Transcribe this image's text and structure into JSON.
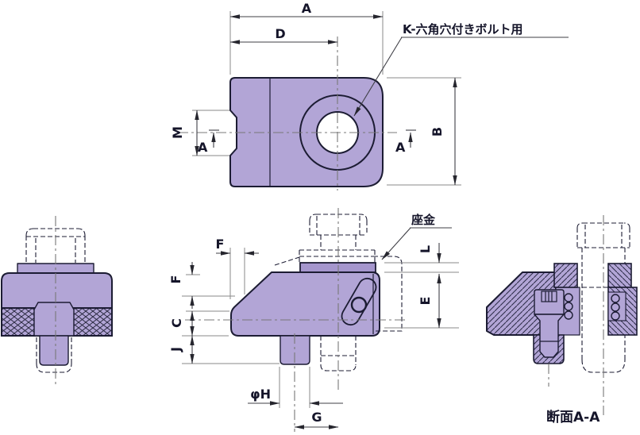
{
  "drawing": {
    "labels": {
      "dim_a_top": "A",
      "dim_d": "D",
      "dim_m": "M",
      "section_mark_left": "A",
      "section_mark_right": "A",
      "dim_b": "B",
      "note_k": "K-六角穴付きボルト用",
      "note_washer": "座金",
      "dim_l": "L",
      "dim_e": "E",
      "dim_f_top": "F",
      "dim_f_side": "F",
      "dim_c": "C",
      "dim_j": "J",
      "dim_phi_h": "φH",
      "dim_g": "G",
      "section_caption": "断面A-A"
    },
    "colors": {
      "part_fill": "#b2a5d6",
      "washer_fill": "#a596cd",
      "line": "#1c1c33",
      "dim_line": "#3f3f46",
      "ext_line": "#8a8a8a",
      "centerline": "#787878",
      "background": "#ffffff"
    }
  }
}
